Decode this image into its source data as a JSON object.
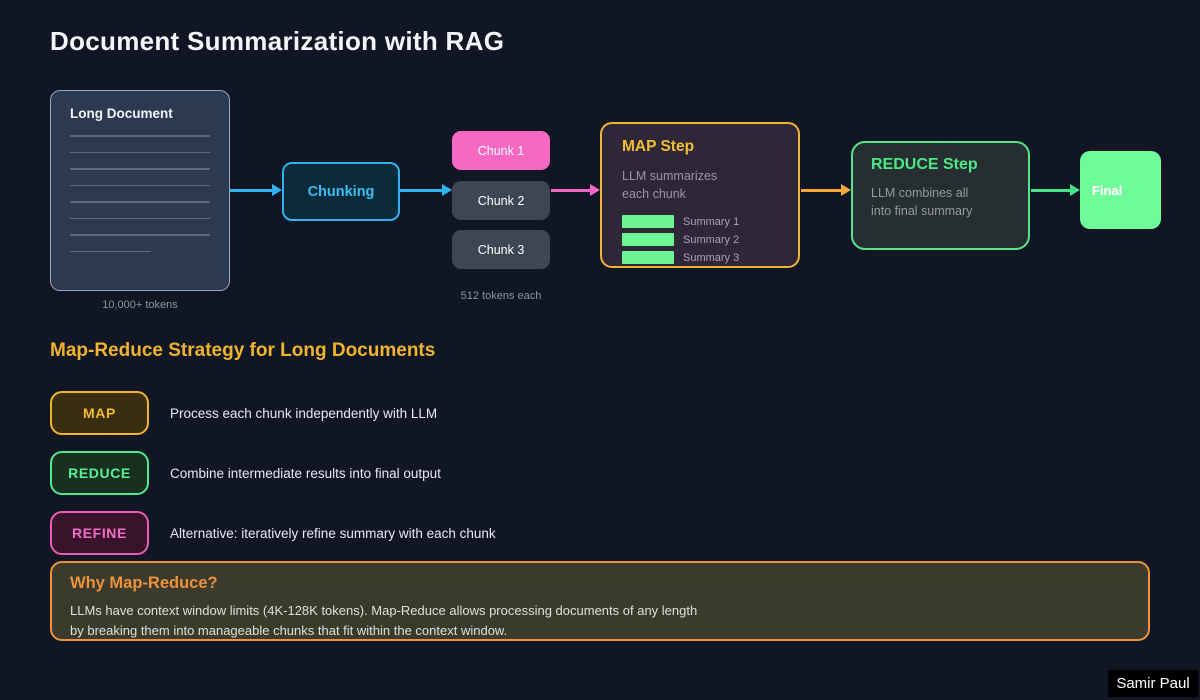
{
  "page": {
    "title": "Document Summarization with RAG",
    "watermark": "Samir Paul"
  },
  "flow": {
    "long_document": {
      "title": "Long Document",
      "caption": "10,000+ tokens"
    },
    "chunking": {
      "label": "Chunking"
    },
    "chunks": {
      "items": [
        "Chunk 1",
        "Chunk 2",
        "Chunk 3"
      ],
      "caption": "512 tokens each"
    },
    "map_step": {
      "title": "MAP Step",
      "line1": "LLM summarizes",
      "line2": "each chunk",
      "summaries": [
        "Summary 1",
        "Summary 2",
        "Summary 3"
      ]
    },
    "reduce_step": {
      "title": "REDUCE Step",
      "line1": "LLM combines all",
      "line2": "into final summary"
    },
    "final": {
      "label": "Final"
    }
  },
  "strategy": {
    "heading": "Map-Reduce Strategy for Long Documents",
    "items": [
      {
        "badge": "MAP",
        "description": "Process each chunk independently with LLM"
      },
      {
        "badge": "REDUCE",
        "description": "Combine intermediate results into final output"
      },
      {
        "badge": "REFINE",
        "description": "Alternative: iteratively refine summary with each chunk"
      }
    ]
  },
  "why": {
    "title": "Why Map-Reduce?",
    "line1": "LLMs have context window limits (4K-128K tokens). Map-Reduce allows processing documents of any length",
    "line2": "by breaking them into manageable chunks that fit within the context window."
  },
  "colors": {
    "background": "#111625",
    "cyan": "#2eb3ef",
    "pink": "#f768c2",
    "gold": "#f0b42e",
    "orange": "#ef923c",
    "green": "#52e88d",
    "summary_bar_green": "#6cf592",
    "final_fill": "#6efb98"
  }
}
